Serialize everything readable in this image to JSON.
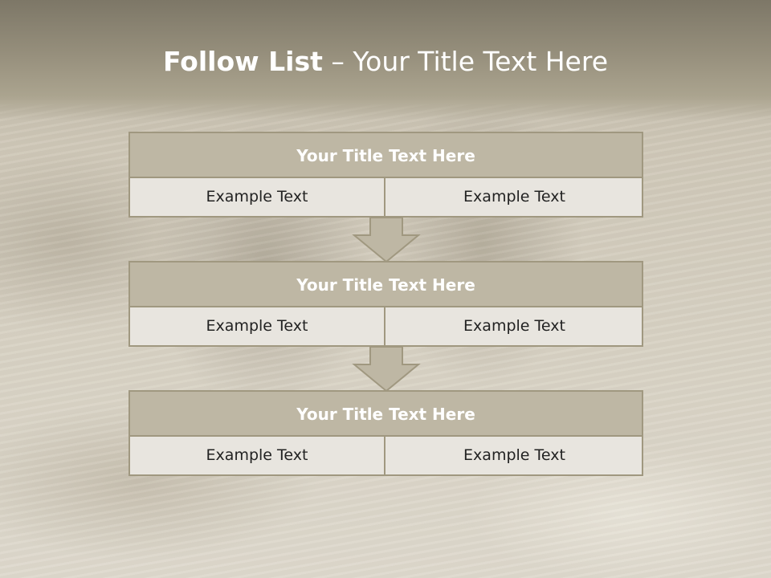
{
  "slide": {
    "title_bold": "Follow List",
    "title_rest": "– Your Title Text Here",
    "accent_color": "#beb7a4",
    "border_color": "#a09880"
  },
  "blocks": [
    {
      "heading": "Your Title Text Here",
      "left_text": "Example Text",
      "right_text": "Example Text"
    },
    {
      "heading": "Your Title Text Here",
      "left_text": "Example Text",
      "right_text": "Example Text"
    },
    {
      "heading": "Your Title Text Here",
      "left_text": "Example Text",
      "right_text": "Example Text"
    }
  ],
  "connectors": [
    "down-arrow-icon",
    "down-arrow-icon"
  ]
}
